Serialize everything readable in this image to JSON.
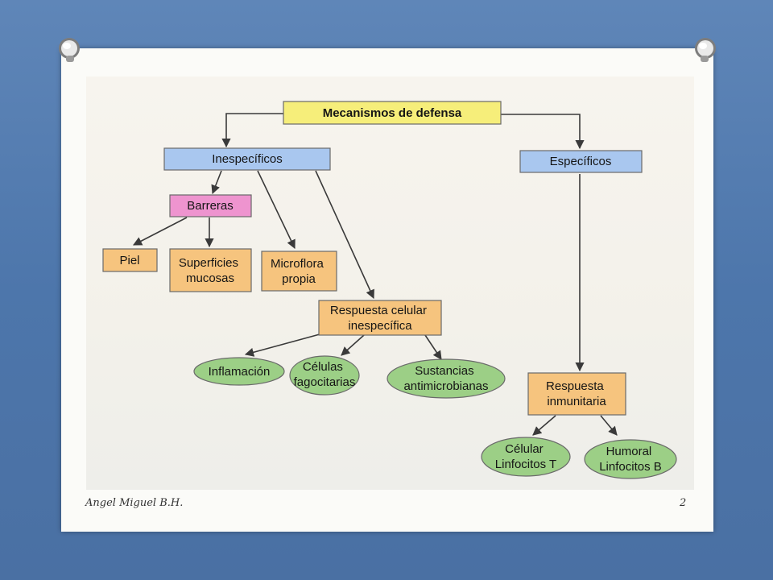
{
  "diagram": {
    "root": {
      "lines": [
        "Mecanismos de defensa"
      ]
    },
    "inespecificos": {
      "lines": [
        "Inespecíficos"
      ]
    },
    "especificos": {
      "lines": [
        "Específicos"
      ]
    },
    "barreras": {
      "lines": [
        "Barreras"
      ]
    },
    "piel": {
      "lines": [
        "Piel"
      ]
    },
    "superficies": {
      "lines": [
        "Superficies",
        "mucosas"
      ]
    },
    "microflora": {
      "lines": [
        "Microflora",
        "propia"
      ]
    },
    "respuesta_celular": {
      "lines": [
        "Respuesta celular",
        "inespecífica"
      ]
    },
    "inflamacion": {
      "lines": [
        "Inflamación"
      ]
    },
    "celulas": {
      "lines": [
        "Células",
        "fagocitarias"
      ]
    },
    "sustancias": {
      "lines": [
        "Sustancias",
        "antimicrobianas"
      ]
    },
    "respuesta_inmunitaria": {
      "lines": [
        "Respuesta",
        "inmunitaria"
      ]
    },
    "celular_t": {
      "lines": [
        "Célular",
        "Linfocitos T"
      ]
    },
    "humoral_b": {
      "lines": [
        "Humoral",
        "Linfocitos B"
      ]
    }
  },
  "colors": {
    "yellow": "#f6ee7a",
    "blue": "#a9c7ef",
    "pink": "#ee94cf",
    "orange": "#f6c47e",
    "green": "#9ccf86"
  },
  "footer": {
    "author": "Angel Miguel B.H.",
    "page": "2"
  }
}
